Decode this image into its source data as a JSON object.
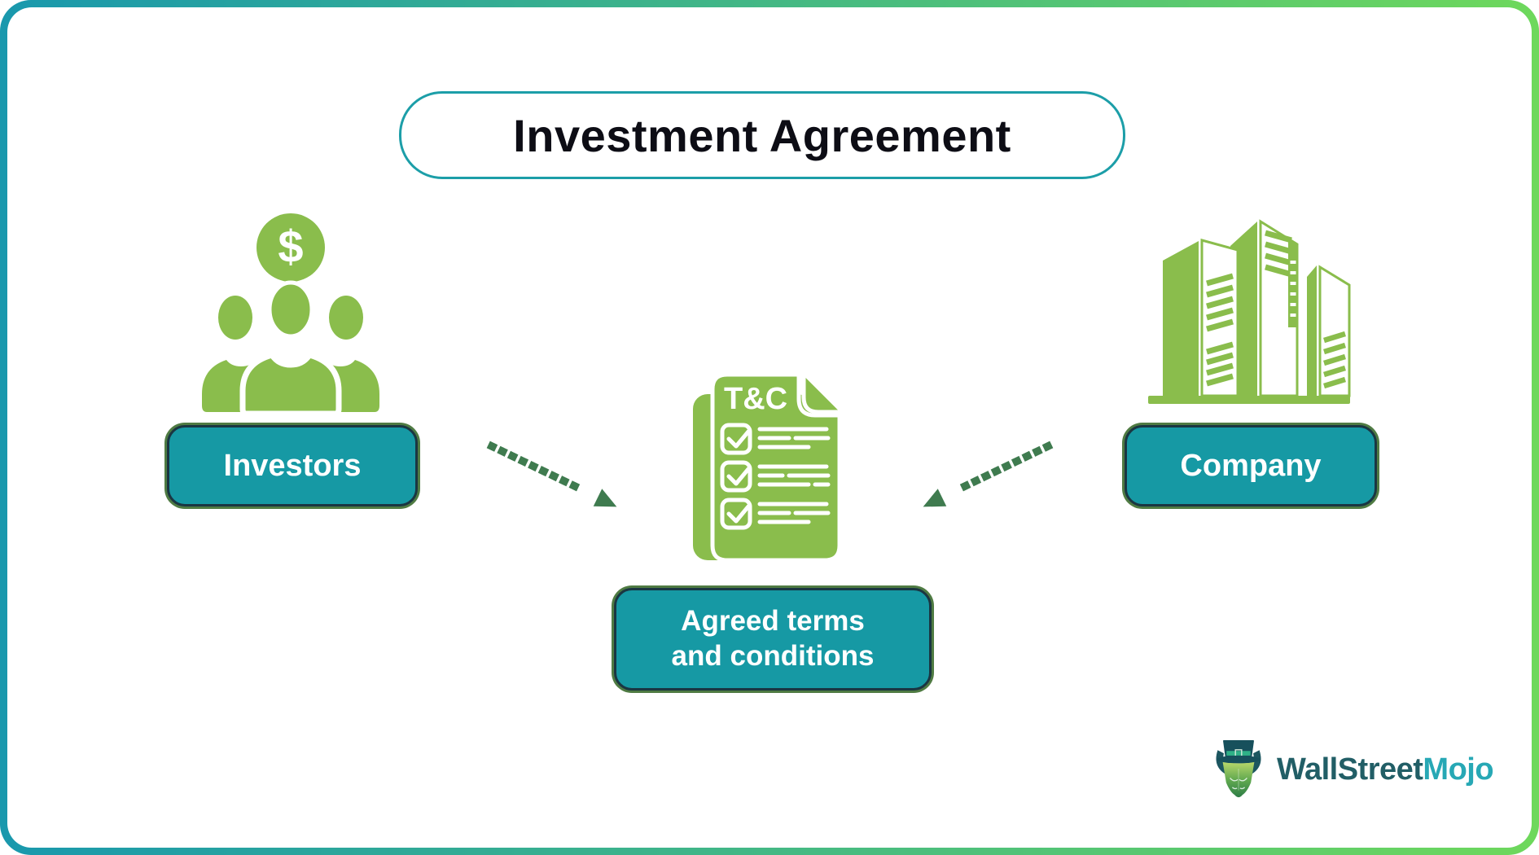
{
  "frame": {
    "gradient_start": "#1998AD",
    "gradient_end": "#6ED85C"
  },
  "title": {
    "label": "Investment Agreement"
  },
  "diagram": {
    "investors": {
      "label": "Investors",
      "icon": "investors-group-dollar-icon",
      "symbol": "$"
    },
    "company": {
      "label": "Company",
      "icon": "company-buildings-icon"
    },
    "terms": {
      "line1": "Agreed terms",
      "line2": "and conditions",
      "icon": "tnc-document-icon"
    },
    "document": {
      "heading": "T&C",
      "checklist_rows": 3
    },
    "arrows": [
      {
        "name": "investors-to-terms",
        "style": "dotted"
      },
      {
        "name": "company-to-terms",
        "style": "dotted"
      }
    ]
  },
  "colors": {
    "node_fill": "#1699A4",
    "node_border_inner": "#1A3642",
    "node_border_outer": "#4F7B43",
    "icon_green": "#8ABD4C",
    "arrow_green": "#3F7B4F",
    "title_border": "#1C9EA8",
    "title_text": "#0D0D15",
    "logo_primary_color": "#215E66",
    "logo_secondary_color": "#27A8B5"
  },
  "logo": {
    "word_primary": "WallStreet",
    "word_secondary": "Mojo",
    "icon": "wallstreetmojo-bull-icon"
  }
}
